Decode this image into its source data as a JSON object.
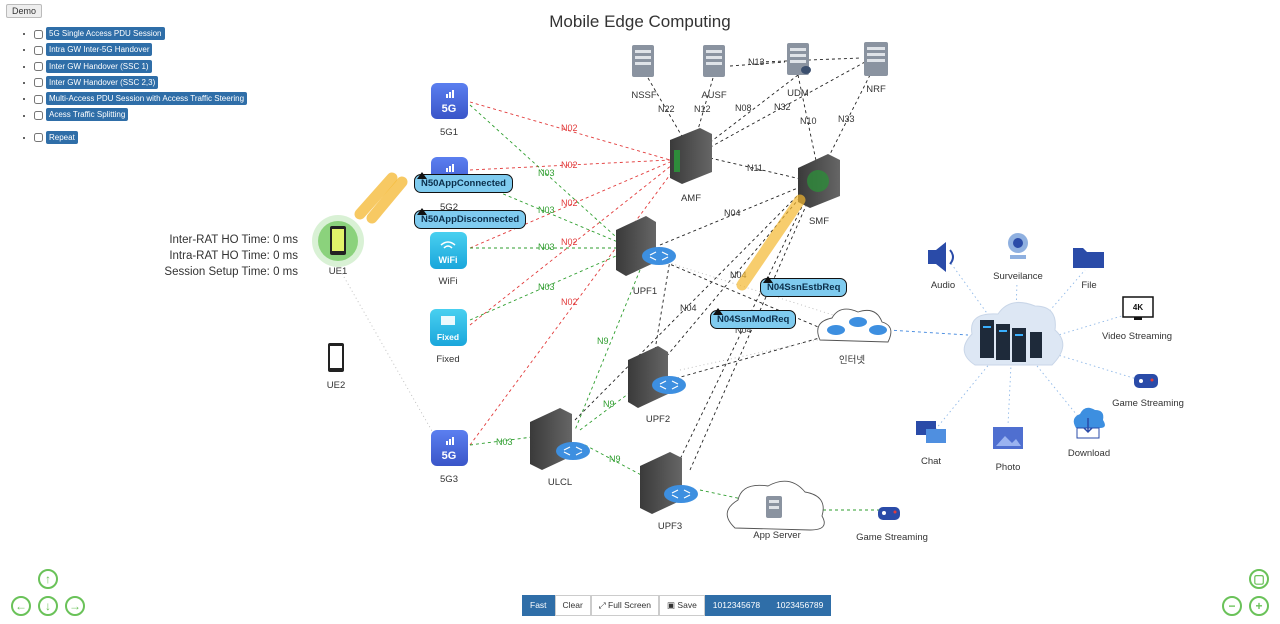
{
  "demo_label": "Demo",
  "title": "Mobile Edge Computing",
  "scenarios": [
    "5G Single Access PDU Session",
    "Intra GW Inter-5G Handover",
    "Inter GW Handover (SSC 1)",
    "Inter GW Handover (SSC 2,3)",
    "Multi-Access PDU Session with Access Traffic Steering",
    "Acess Traffic Splitting"
  ],
  "repeat_label": "Repeat",
  "stats": {
    "inter_rat": "Inter-RAT HO Time: 0 ms",
    "intra_rat": "Intra-RAT HO Time: 0 ms",
    "session_setup": "Session Setup Time: 0 ms"
  },
  "nodes": {
    "nssf": "NSSF",
    "ausf": "AUSF",
    "udm": "UDM",
    "nrf": "NRF",
    "amf": "AMF",
    "smf": "SMF",
    "g1": "5G1",
    "g2": "5G2",
    "wifi": "WiFi",
    "fixed": "Fixed",
    "g3": "5G3",
    "ue1": "UE1",
    "ue2": "UE2",
    "upf1": "UPF1",
    "upf2": "UPF2",
    "upf3": "UPF3",
    "ulcl": "ULCL",
    "internet": "인터넷",
    "app_server": "App Server",
    "game_streaming_bottom": "Game Streaming",
    "audio": "Audio",
    "surveillance": "Surveilance",
    "file": "File",
    "video": "Video Streaming",
    "game_streaming_right": "Game Streaming",
    "download": "Download",
    "photo": "Photo",
    "chat": "Chat"
  },
  "icon_text": {
    "g_label": "5G",
    "wifi": "WiFi",
    "fixed": "Fixed",
    "video_4k": "4K"
  },
  "edge_labels": {
    "n02": "N02",
    "n03": "N03",
    "n04": "N04",
    "n08": "N08",
    "n09": "N9",
    "n10": "N10",
    "n11": "N11",
    "n12": "N12",
    "n13": "N13",
    "n22": "N22",
    "n32": "N32",
    "n33": "N33"
  },
  "tooltips": {
    "n50_connected": "N50AppConnected",
    "n50_disconnected": "N50AppDisconnected",
    "n04_estb": "N04SsnEstbReq",
    "n04_mod": "N04SsnModReq"
  },
  "toolbar": {
    "fast": "Fast",
    "clear": "Clear",
    "fullscreen": "Full Screen",
    "save": "Save",
    "num1": "1012345678",
    "num2": "1023456789"
  },
  "colors": {
    "accent": "#2f6ea8",
    "red_edge": "#e23b3b",
    "green_edge": "#2e9e2e",
    "nav_green": "#6ac259",
    "tooltip_bg": "#7fcbef"
  }
}
